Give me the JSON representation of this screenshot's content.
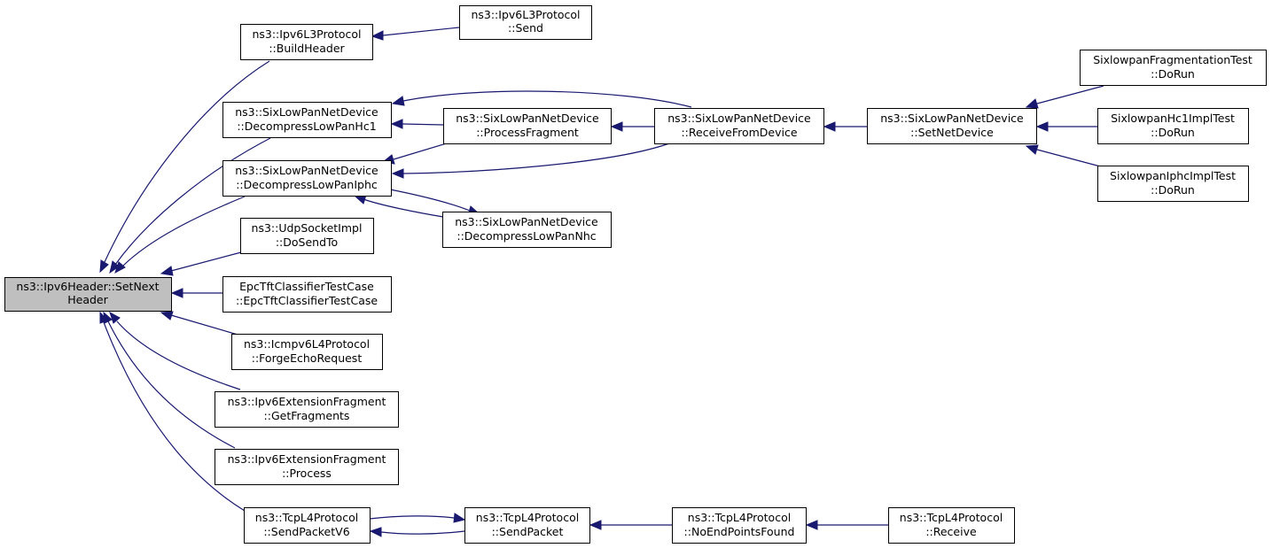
{
  "nodes": {
    "setnext": {
      "line1": "ns3::Ipv6Header::SetNext",
      "line2": "Header"
    },
    "buildheader": {
      "line1": "ns3::Ipv6L3Protocol",
      "line2": "::BuildHeader"
    },
    "send": {
      "line1": "ns3::Ipv6L3Protocol",
      "line2": "::Send"
    },
    "decomphc1": {
      "line1": "ns3::SixLowPanNetDevice",
      "line2": "::DecompressLowPanHc1"
    },
    "procfrag": {
      "line1": "ns3::SixLowPanNetDevice",
      "line2": "::ProcessFragment"
    },
    "recvdev": {
      "line1": "ns3::SixLowPanNetDevice",
      "line2": "::ReceiveFromDevice"
    },
    "setnetdev": {
      "line1": "ns3::SixLowPanNetDevice",
      "line2": "::SetNetDevice"
    },
    "fragtest": {
      "line1": "SixlowpanFragmentationTest",
      "line2": "::DoRun"
    },
    "hc1test": {
      "line1": "SixlowpanHc1ImplTest",
      "line2": "::DoRun"
    },
    "iphctest": {
      "line1": "SixlowpanIphcImplTest",
      "line2": "::DoRun"
    },
    "decompiphc": {
      "line1": "ns3::SixLowPanNetDevice",
      "line2": "::DecompressLowPanIphc"
    },
    "decompnhc": {
      "line1": "ns3::SixLowPanNetDevice",
      "line2": "::DecompressLowPanNhc"
    },
    "udpsendto": {
      "line1": "ns3::UdpSocketImpl",
      "line2": "::DoSendTo"
    },
    "epctft": {
      "line1": "EpcTftClassifierTestCase",
      "line2": "::EpcTftClassifierTestCase"
    },
    "forgeecho": {
      "line1": "ns3::Icmpv6L4Protocol",
      "line2": "::ForgeEchoRequest"
    },
    "getfrags": {
      "line1": "ns3::Ipv6ExtensionFragment",
      "line2": "::GetFragments"
    },
    "fragprocess": {
      "line1": "ns3::Ipv6ExtensionFragment",
      "line2": "::Process"
    },
    "sendpktv6": {
      "line1": "ns3::TcpL4Protocol",
      "line2": "::SendPacketV6"
    },
    "sendpkt": {
      "line1": "ns3::TcpL4Protocol",
      "line2": "::SendPacket"
    },
    "noendpoints": {
      "line1": "ns3::TcpL4Protocol",
      "line2": "::NoEndPointsFound"
    },
    "tcpreceive": {
      "line1": "ns3::TcpL4Protocol",
      "line2": "::Receive"
    }
  },
  "colors": {
    "edge": "#191970",
    "root_fill": "#bfbfbf",
    "node_fill": "#ffffff",
    "node_stroke": "#000000"
  }
}
